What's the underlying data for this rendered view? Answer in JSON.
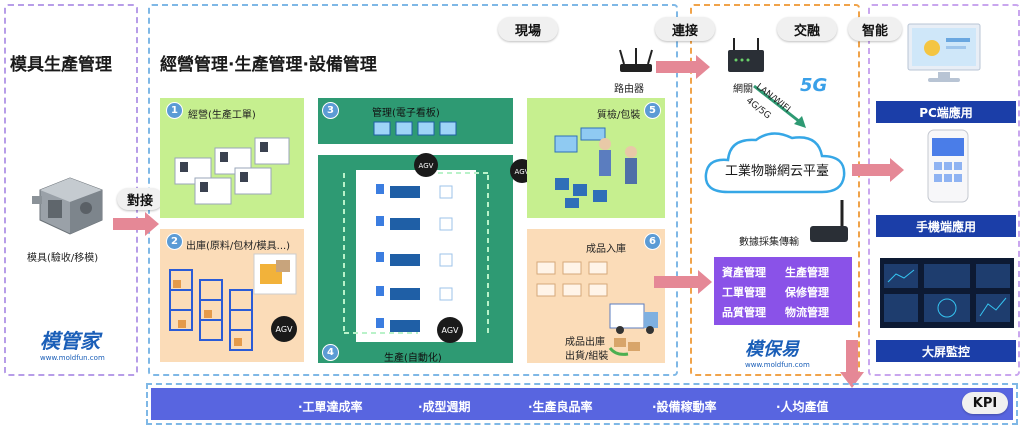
{
  "colors": {
    "green_panel": "#c6ef8f",
    "orange_panel": "#fbdcb8",
    "teal": "#2e9a73",
    "purple": "#8a52e8",
    "kpi_blue": "#5865e0",
    "pink_arrow": "#e58896",
    "app_blue": "#1b3ea8"
  },
  "left": {
    "title": "模具生產管理",
    "mold_label": "模具(驗收/移模)",
    "brand": "模管家",
    "brand_url": "www.moldfun.com"
  },
  "connector_left": "對接",
  "site": {
    "title": "經營管理·生產管理·設備管理",
    "tag": "現場",
    "panels": [
      {
        "num": "1",
        "label": "經營(生產工單)"
      },
      {
        "num": "2",
        "label": "出庫(原料/包材/模具...)"
      },
      {
        "num": "3",
        "label": "管理(電子看板)"
      },
      {
        "num": "4",
        "label": "生產(自動化)"
      },
      {
        "num": "5",
        "label": "質檢/包裝"
      },
      {
        "num": "6",
        "label": "成品入庫"
      }
    ],
    "ship_label_1": "成品出庫",
    "ship_label_2": "出貨/組裝",
    "agv": "AGV"
  },
  "connect": {
    "tag": "連接",
    "router": "路由器",
    "gateway": "網關"
  },
  "fusion": {
    "tag": "交融",
    "lan_wifi": "LAN/WIFI",
    "g45": "4G/5G",
    "five_g": "5G",
    "cloud": "工業物聯網云平臺",
    "collector": "數據採集傳輸",
    "systems": [
      "資產管理",
      "生產管理",
      "工單管理",
      "保修管理",
      "品質管理",
      "物流管理"
    ],
    "brand": "模保易",
    "brand_url": "www.moldfun.com"
  },
  "smart": {
    "tag": "智能",
    "apps": [
      "PC端應用",
      "手機端應用",
      "大屏監控"
    ]
  },
  "kpi": {
    "tag": "KPI",
    "items": [
      "·工單達成率",
      "·成型週期",
      "·生產良品率",
      "·設備稼動率",
      "·人均產值"
    ]
  }
}
